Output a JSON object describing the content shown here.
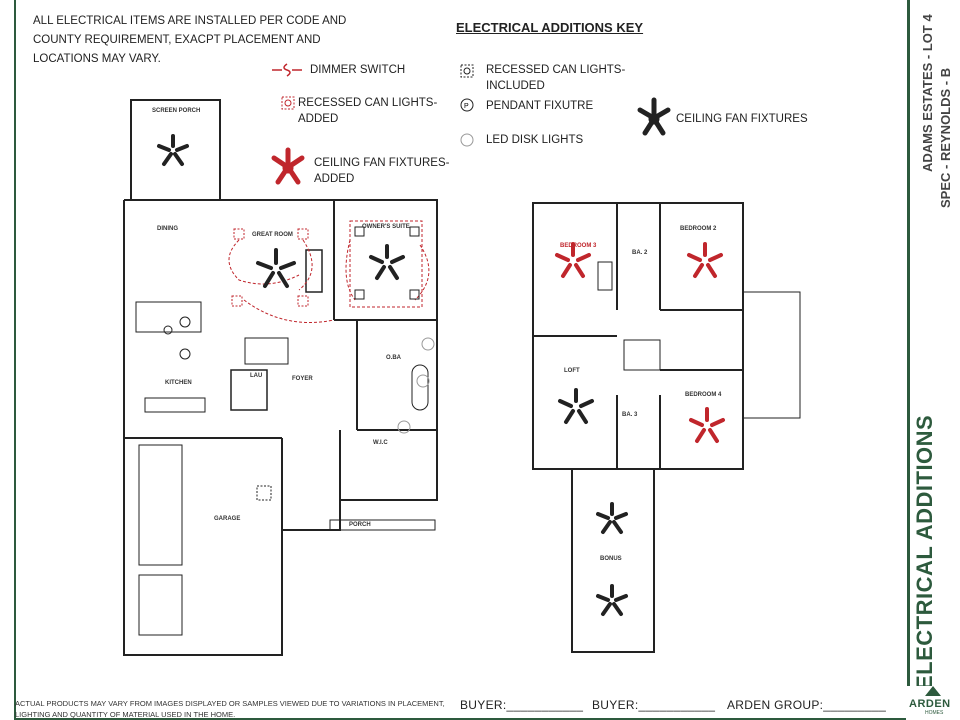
{
  "disclaimer_lines": [
    "ALL ELECTRICAL ITEMS ARE INSTALLED PER CODE AND",
    "COUNTY REQUIREMENT, EXACPT PLACEMENT AND",
    "LOCATIONS MAY VARY."
  ],
  "key": {
    "title": "ELECTRICAL ADDITIONS KEY",
    "dimmer": "DIMMER SWITCH",
    "recessed_added_1": "RECESSED CAN LIGHTS-",
    "recessed_added_2": "ADDED",
    "fan_added_1": "CEILING FAN FIXTURES-",
    "fan_added_2": "ADDED",
    "recessed_incl_1": "RECESSED CAN LIGHTS-",
    "recessed_incl_2": "INCLUDED",
    "pendant": "PENDANT FIXUTRE",
    "led": "LED DISK LIGHTS",
    "fan": "CEILING FAN FIXTURES"
  },
  "title_block": {
    "line1": "ADAMS ESTATES - LOT 4",
    "line2": "SPEC - REYNOLDS - B",
    "sheet": "ELECTRICAL ADDITIONS"
  },
  "rooms": {
    "screen_porch": "SCREEN PORCH",
    "dining": "DINING",
    "great_room": "GREAT ROOM",
    "owners_suite": "OWNER'S SUITE",
    "kitchen": "KITCHEN",
    "laundry": "LAU",
    "foyer": "FOYER",
    "oba": "O.BA",
    "wic": "W.I.C",
    "garage": "GARAGE",
    "porch": "PORCH",
    "bedroom2": "BEDROOM 2",
    "bedroom3": "BEDROOM 3",
    "bedroom4": "BEDROOM 4",
    "ba2": "BA. 2",
    "ba3": "BA. 3",
    "loft": "LOFT",
    "bonus": "BONUS"
  },
  "footer": {
    "disclaimer": "ACTUAL PRODUCTS MAY VARY FROM IMAGES DISPLAYED OR SAMPLES VIEWED DUE TO VARIATIONS IN PLACEMENT, LIGHTING AND QUANTITY OF MATERIAL USED IN THE HOME.",
    "buyer1": "BUYER:___________",
    "buyer2": "BUYER:___________",
    "arden": "ARDEN GROUP:_________"
  },
  "logo": {
    "name": "ARDEN",
    "sub": "HOMES"
  },
  "colors": {
    "accent": "#2d5a3d",
    "added": "#c0262c"
  }
}
